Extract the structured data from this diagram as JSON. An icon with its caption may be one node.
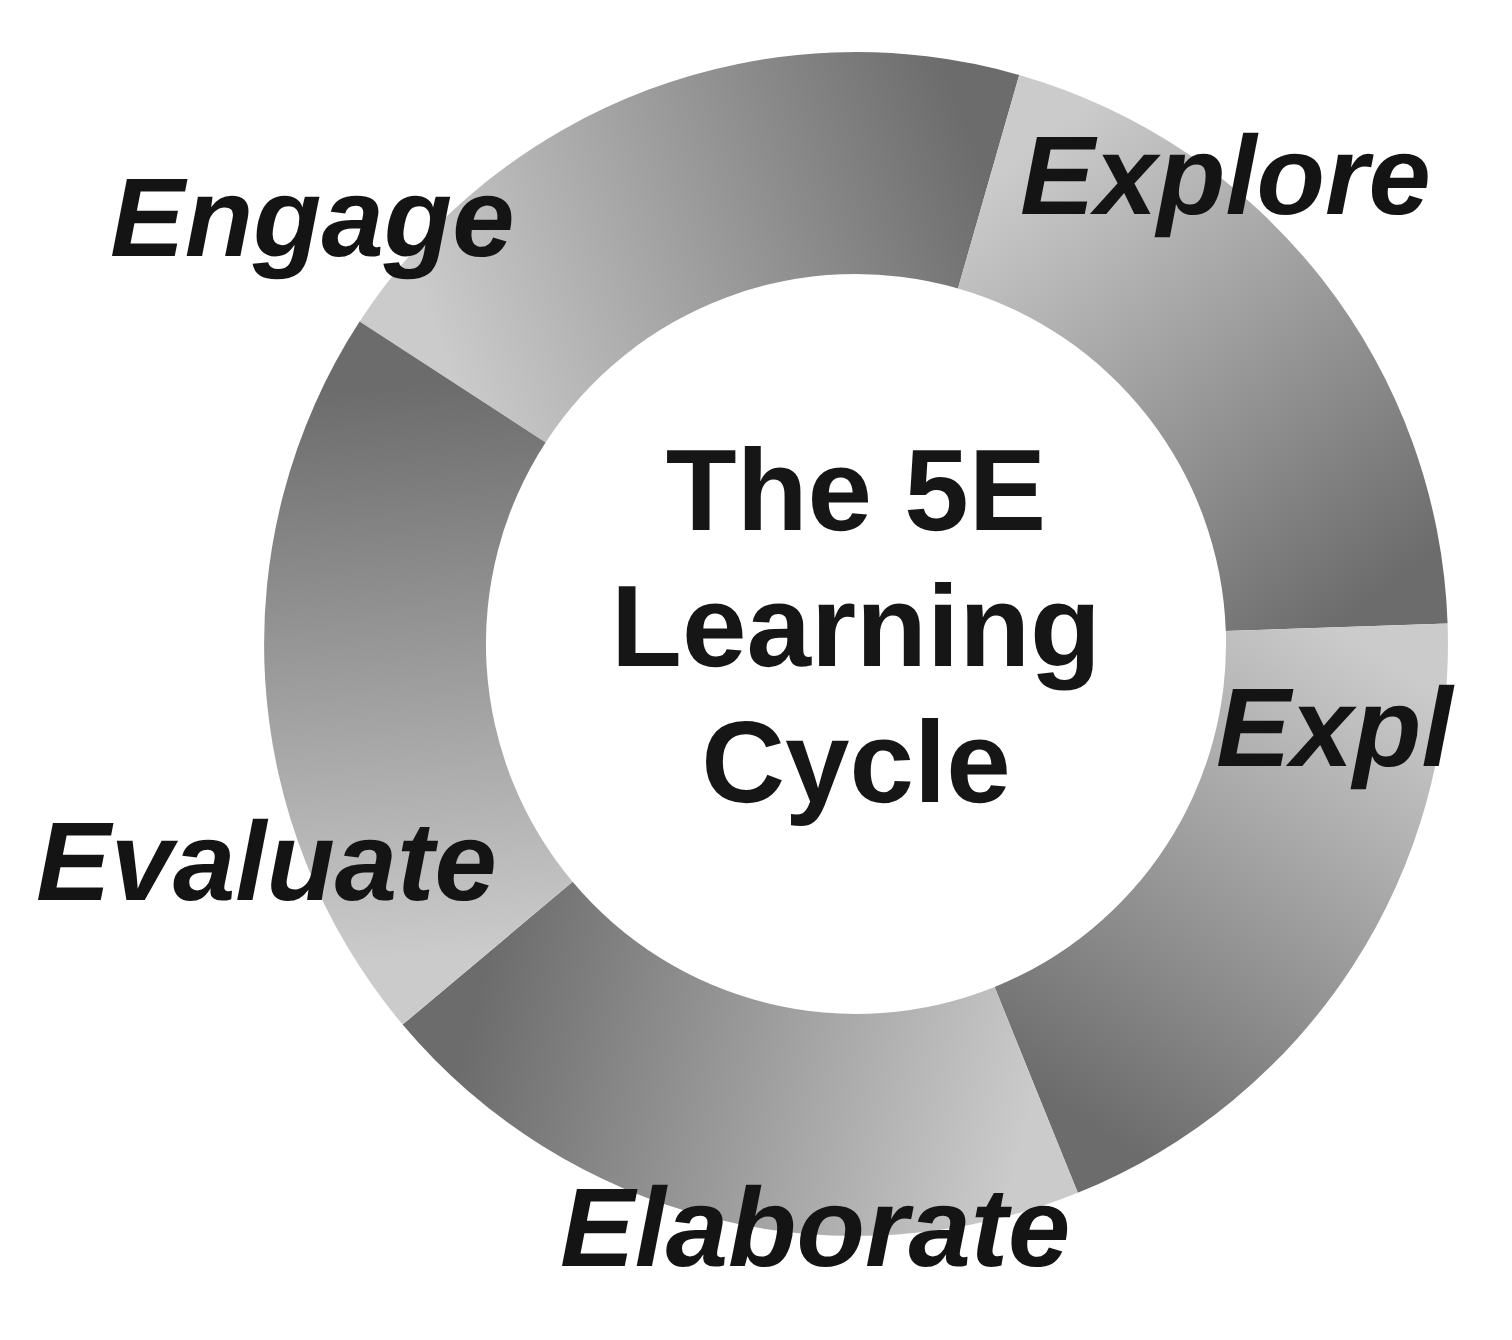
{
  "diagram": {
    "title": "The 5E Learning Cycle",
    "nodes": [
      {
        "text": [
          "Engage"
        ]
      },
      {
        "text": [
          "Explore"
        ]
      },
      {
        "text": [
          "Expl"
        ]
      },
      {
        "text": [
          "Elaborate"
        ]
      },
      {
        "text": [
          "Evaluate"
        ]
      }
    ]
  }
}
